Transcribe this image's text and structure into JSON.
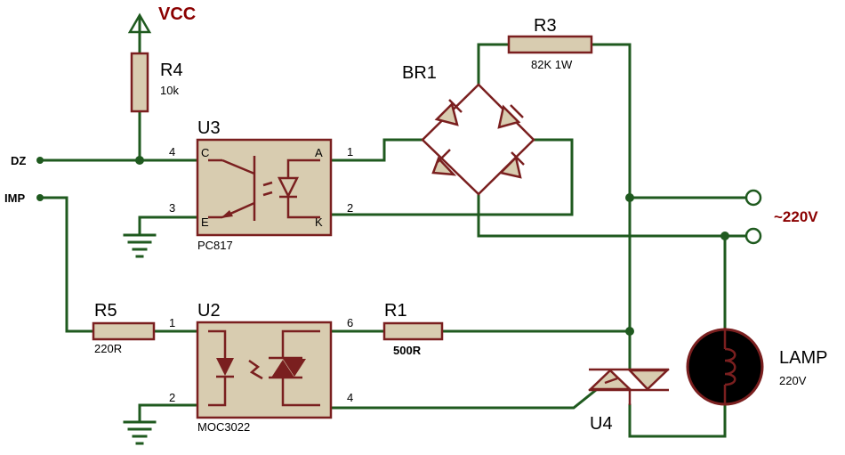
{
  "power": {
    "vcc": "VCC",
    "ac": "~220V"
  },
  "ports": {
    "dz": "DZ",
    "imp": "IMP"
  },
  "r4": {
    "ref": "R4",
    "value": "10k"
  },
  "r3": {
    "ref": "R3",
    "value": "82K 1W"
  },
  "r5": {
    "ref": "R5",
    "value": "220R"
  },
  "r1": {
    "ref": "R1",
    "value": "500R"
  },
  "br1": {
    "ref": "BR1"
  },
  "u3": {
    "ref": "U3",
    "part": "PC817",
    "pin_c": "C",
    "pin_e": "E",
    "pin_a": "A",
    "pin_k": "K",
    "pin4": "4",
    "pin3": "3",
    "pin1": "1",
    "pin2": "2"
  },
  "u2": {
    "ref": "U2",
    "part": "MOC3022",
    "pin1": "1",
    "pin2": "2",
    "pin6": "6",
    "pin4": "4"
  },
  "u4": {
    "ref": "U4"
  },
  "lamp": {
    "ref": "LAMP",
    "value": "220V"
  }
}
